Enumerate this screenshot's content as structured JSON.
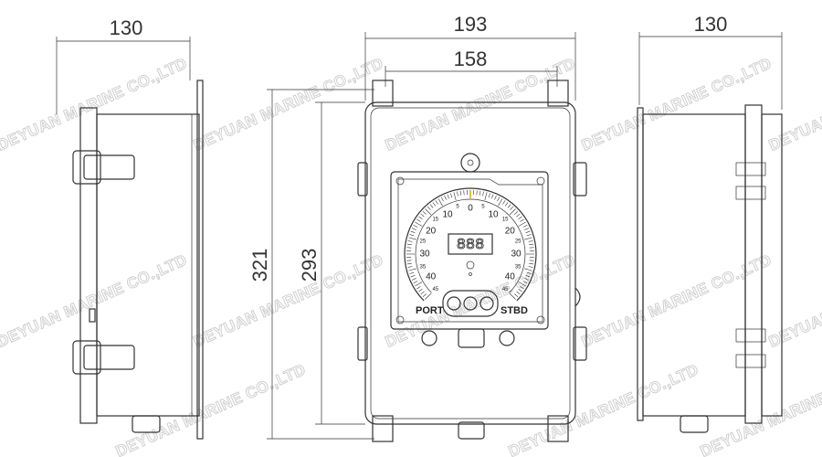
{
  "dimensions": {
    "side_depth_left": "130",
    "overall_width": "193",
    "mount_spacing": "158",
    "overall_height": "321",
    "body_height": "293",
    "side_depth_right": "130"
  },
  "watermark": "DEYUAN MARINE CO.,LTD",
  "gauge": {
    "scale_min": -45,
    "scale_max": 45,
    "major_labels": [
      "10",
      "20",
      "30",
      "40"
    ],
    "minor_labels": [
      "5",
      "15",
      "25",
      "35",
      "45"
    ],
    "zero_label": "0",
    "display": "888",
    "port_label": "PORT",
    "stbd_label": "STBD",
    "zero_marker_color": "#e8c040"
  }
}
